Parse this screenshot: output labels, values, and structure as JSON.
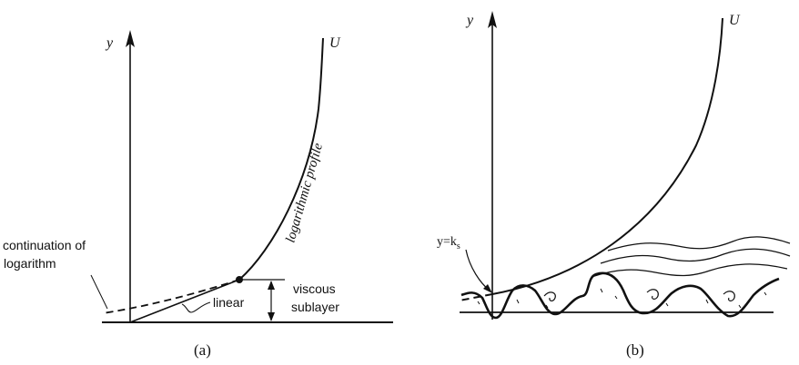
{
  "panel_a": {
    "y_axis_label": "y",
    "curve_label": "U",
    "profile_label": "logarithmic profile",
    "continuation_label_line1": "continuation of",
    "continuation_label_line2": "logarithm",
    "linear_label": "linear",
    "sublayer_label_line1": "viscous",
    "sublayer_label_line2": "sublayer",
    "caption": "(a)"
  },
  "panel_b": {
    "y_axis_label": "y",
    "curve_label": "U",
    "roughness_label_main": "y=k",
    "roughness_label_sub": "s",
    "caption": "(b)"
  },
  "colors": {
    "ink": "#111111",
    "background": "#ffffff"
  }
}
